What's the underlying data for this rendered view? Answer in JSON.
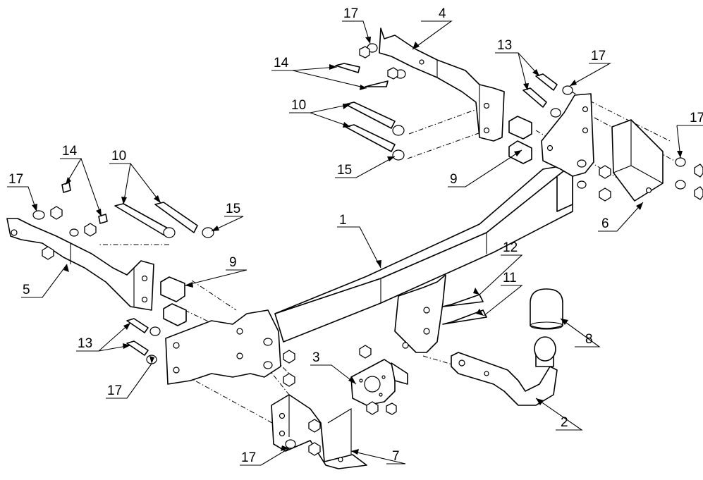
{
  "callouts": [
    {
      "id": "c1",
      "number": "1"
    },
    {
      "id": "c2",
      "number": "2"
    },
    {
      "id": "c3",
      "number": "3"
    },
    {
      "id": "c4",
      "number": "4"
    },
    {
      "id": "c5",
      "number": "5"
    },
    {
      "id": "c6",
      "number": "6"
    },
    {
      "id": "c7",
      "number": "7"
    },
    {
      "id": "c8",
      "number": "8"
    },
    {
      "id": "c9a",
      "number": "9"
    },
    {
      "id": "c9b",
      "number": "9"
    },
    {
      "id": "c10a",
      "number": "10"
    },
    {
      "id": "c10b",
      "number": "10"
    },
    {
      "id": "c11",
      "number": "11"
    },
    {
      "id": "c12",
      "number": "12"
    },
    {
      "id": "c13a",
      "number": "13"
    },
    {
      "id": "c13b",
      "number": "13"
    },
    {
      "id": "c14a",
      "number": "14"
    },
    {
      "id": "c14b",
      "number": "14"
    },
    {
      "id": "c15a",
      "number": "15"
    },
    {
      "id": "c15b",
      "number": "15"
    },
    {
      "id": "c17a",
      "number": "17"
    },
    {
      "id": "c17b",
      "number": "17"
    },
    {
      "id": "c17c",
      "number": "17"
    },
    {
      "id": "c17d",
      "number": "17"
    },
    {
      "id": "c17e",
      "number": "17"
    },
    {
      "id": "c17f",
      "number": "17"
    }
  ]
}
